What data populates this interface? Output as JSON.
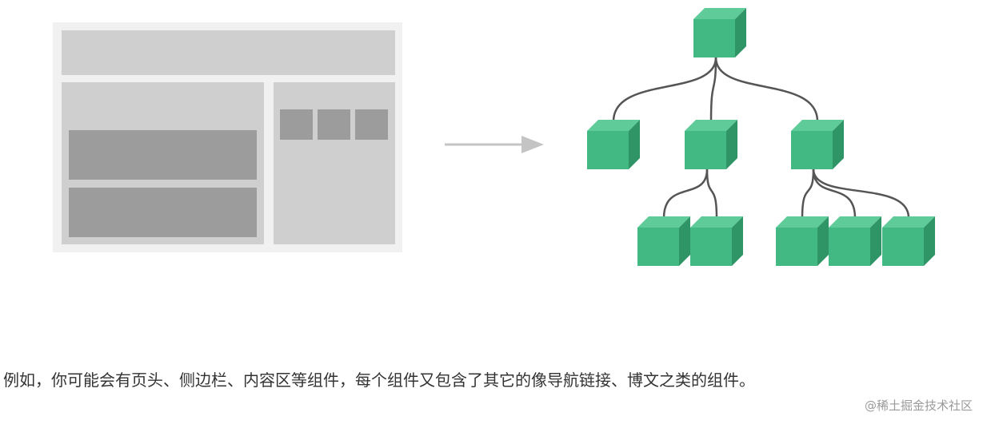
{
  "caption": "例如，你可能会有页头、侧边栏、内容区等组件，每个组件又包含了其它的像导航链接、博文之类的组件。",
  "watermark": "@稀土掘金技术社区",
  "colors": {
    "page_outer": "#f1f1f1",
    "panel_light": "#cfcfcf",
    "panel_dark": "#9c9c9c",
    "arrow": "#c4c4c4",
    "cube_front": "#42b983",
    "cube_top": "#5fcb98",
    "cube_side": "#2f9466",
    "edge": "#555555"
  },
  "tree": {
    "root": "root",
    "children": {
      "root": [
        "a",
        "b",
        "c"
      ],
      "b": [
        "b1",
        "b2"
      ],
      "c": [
        "c1",
        "c2",
        "c3"
      ]
    }
  }
}
